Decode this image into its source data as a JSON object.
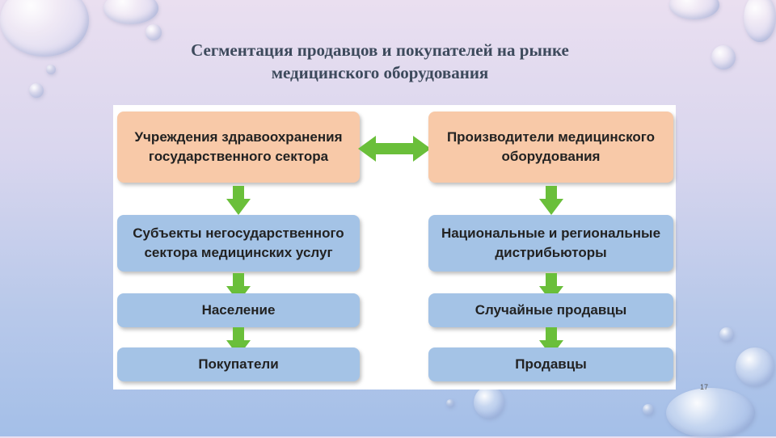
{
  "title_line1": "Сегментация продавцов и покупателей на рынке",
  "title_line2": "медицинского оборудования",
  "left": {
    "b1_l1": "Учреждения здравоохранения",
    "b1_l2": "государственного сектора",
    "b2_l1": "Субъекты негосударственного",
    "b2_l2": "сектора медицинских услуг",
    "b3": "Население",
    "b4": "Покупатели"
  },
  "right": {
    "b1_l1": "Производители медицинского",
    "b1_l2": "оборудования",
    "b2_l1": "Национальные и региональные",
    "b2_l2": "дистрибьюторы",
    "b3": "Случайные продавцы",
    "b4": "Продавцы"
  },
  "page_number": "17",
  "colors": {
    "top_box": "#f8c9a8",
    "box": "#a4c3e6",
    "arrow": "#6abf3a"
  }
}
